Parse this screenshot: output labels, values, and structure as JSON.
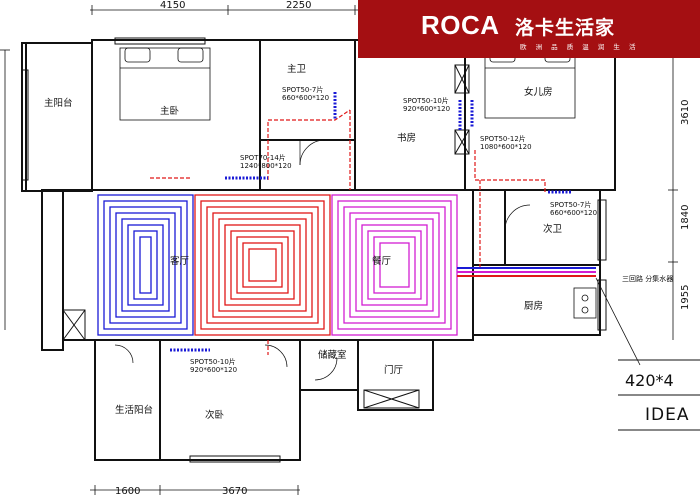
{
  "brand": {
    "logo": "ROCA",
    "name_cn": "洛卡生活家",
    "slogan": "欧 洲 品 质   温 润 生 活",
    "color": "#a40f12"
  },
  "dimensions": {
    "top": [
      "4150",
      "2250"
    ],
    "bottom": [
      "1600",
      "3670"
    ],
    "right": [
      "3610",
      "1840",
      "1955"
    ]
  },
  "rooms": {
    "master_balcony": "主阳台",
    "master_bedroom": "主卧",
    "master_bath": "主卫",
    "study": "书房",
    "daughter_room": "女儿房",
    "living_room": "客厅",
    "dining_room": "餐厅",
    "second_bath": "次卫",
    "kitchen": "厨房",
    "storage": "储藏室",
    "entrance": "门厅",
    "utility_balcony": "生活阳台",
    "second_bedroom": "次卧"
  },
  "radiators": [
    {
      "id": "master-bath",
      "name": "SPOT50-7片",
      "size": "660*600*120"
    },
    {
      "id": "study",
      "name": "SPOT50-10片",
      "size": "920*600*120"
    },
    {
      "id": "daughter",
      "name": "SPOT50-12片",
      "size": "1080*600*120"
    },
    {
      "id": "master-bed",
      "name": "SPOT70-14片",
      "size": "1240*800*120"
    },
    {
      "id": "second-bath",
      "name": "SPOT50-7片",
      "size": "660*600*120"
    },
    {
      "id": "second-bed",
      "name": "SPOT50-10片",
      "size": "920*600*120"
    }
  ],
  "manifold_label": "三回路 分集水器",
  "title_partial": "420*4",
  "idea_text": "IDEA",
  "colors": {
    "loop_blue": "#1a1ad6",
    "loop_red": "#e01818",
    "loop_magenta": "#d21ed2",
    "pipe_red": "#e01818"
  }
}
